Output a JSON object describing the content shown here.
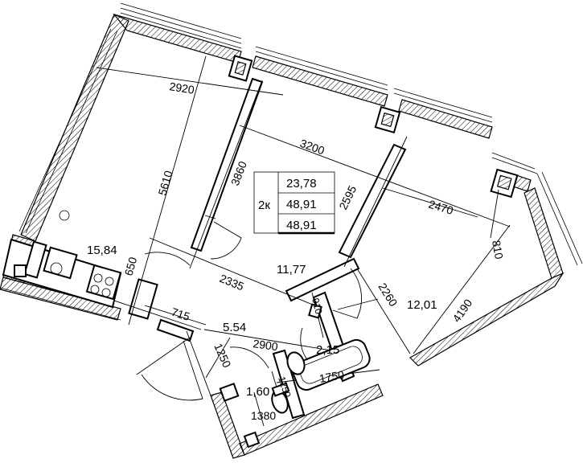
{
  "summary": {
    "rooms_count": "2к",
    "living_area": "23,78",
    "total_area": "48,91",
    "total_area_2": "48,91"
  },
  "rooms": {
    "room1_area": "15,84",
    "room2_area": "12,01",
    "kitchen_area": "11,77",
    "hall_area": "5.54",
    "bath_area": "2,15",
    "wc_area": "1,60"
  },
  "dimensions": {
    "d2920": "2920",
    "d5610": "5610",
    "d3860": "3860",
    "d3200": "3200",
    "d2595": "2595",
    "d2470": "2470",
    "d810": "810",
    "d4190": "4190",
    "d2260": "2260",
    "d2335": "2335",
    "d650": "650",
    "d715": "715",
    "d910": "910",
    "d2900": "2900",
    "d1250": "1250",
    "d1750": "1750",
    "d1250b": "1250",
    "d1380": "1380"
  }
}
